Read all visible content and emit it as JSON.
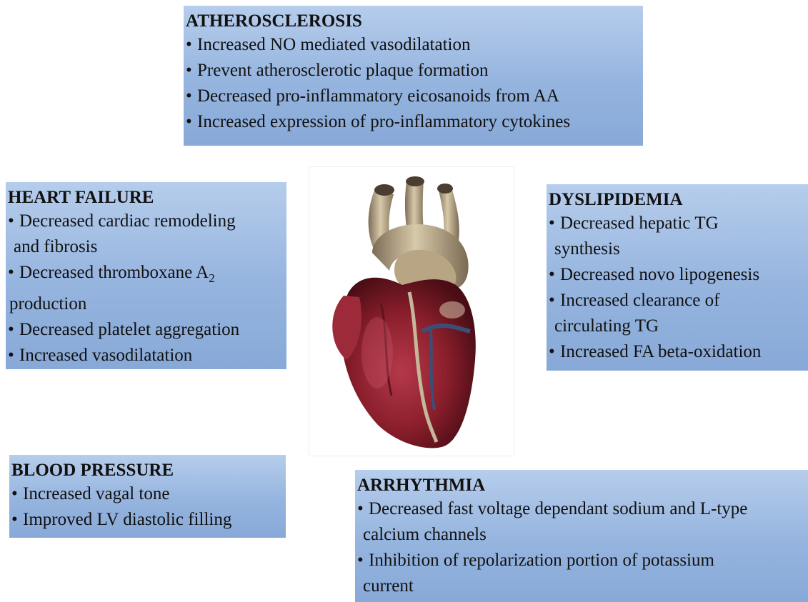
{
  "boxes": {
    "atherosclerosis": {
      "title": "ATHEROSCLEROSIS",
      "items": [
        {
          "line1": "Increased NO mediated vasodilatation",
          "line2": ""
        },
        {
          "line1": "Prevent atherosclerotic plaque formation",
          "line2": ""
        },
        {
          "line1": "Decreased pro-inflammatory eicosanoids from AA",
          "line2": ""
        },
        {
          "line1": "Increased expression of pro-inflammatory cytokines",
          "line2": ""
        }
      ]
    },
    "heart_failure": {
      "title": "HEART FAILURE",
      "items": [
        {
          "line1": "Decreased cardiac remodeling",
          "line2": "and fibrosis"
        },
        {
          "line1": "Decreased thromboxane A",
          "sub": "2",
          "line2": "production"
        },
        {
          "line1": "Decreased platelet aggregation",
          "line2": ""
        },
        {
          "line1": "Increased vasodilatation",
          "line2": ""
        }
      ]
    },
    "dyslipidemia": {
      "title": "DYSLIPIDEMIA",
      "items": [
        {
          "line1": "Decreased hepatic TG",
          "line2": "synthesis"
        },
        {
          "line1": "Decreased novo lipogenesis",
          "line2": ""
        },
        {
          "line1": "Increased clearance of",
          "line2": "circulating TG"
        },
        {
          "line1": "Increased FA beta-oxidation",
          "line2": ""
        }
      ]
    },
    "blood_pressure": {
      "title": "BLOOD PRESSURE",
      "items": [
        {
          "line1": "Increased vagal tone",
          "line2": ""
        },
        {
          "line1": "Improved LV diastolic filling",
          "line2": ""
        }
      ]
    },
    "arrhythmia": {
      "title": "ARRHYTHMIA",
      "items": [
        {
          "line1": "Decreased fast voltage dependant sodium and L-type",
          "line2": "calcium channels"
        },
        {
          "line1": "Inhibition of repolarization portion of potassium",
          "line2": "current"
        }
      ]
    }
  },
  "bullet": "•",
  "heart_image": {
    "icon": "anatomical-heart-icon"
  },
  "colors": {
    "box_top": "#b6cdec",
    "box_bottom": "#88a9d8",
    "text": "#111111",
    "heart_red": "#8c1f2c",
    "vessel_beige": "#c9b89a",
    "vein_blue": "#3a4f78"
  }
}
